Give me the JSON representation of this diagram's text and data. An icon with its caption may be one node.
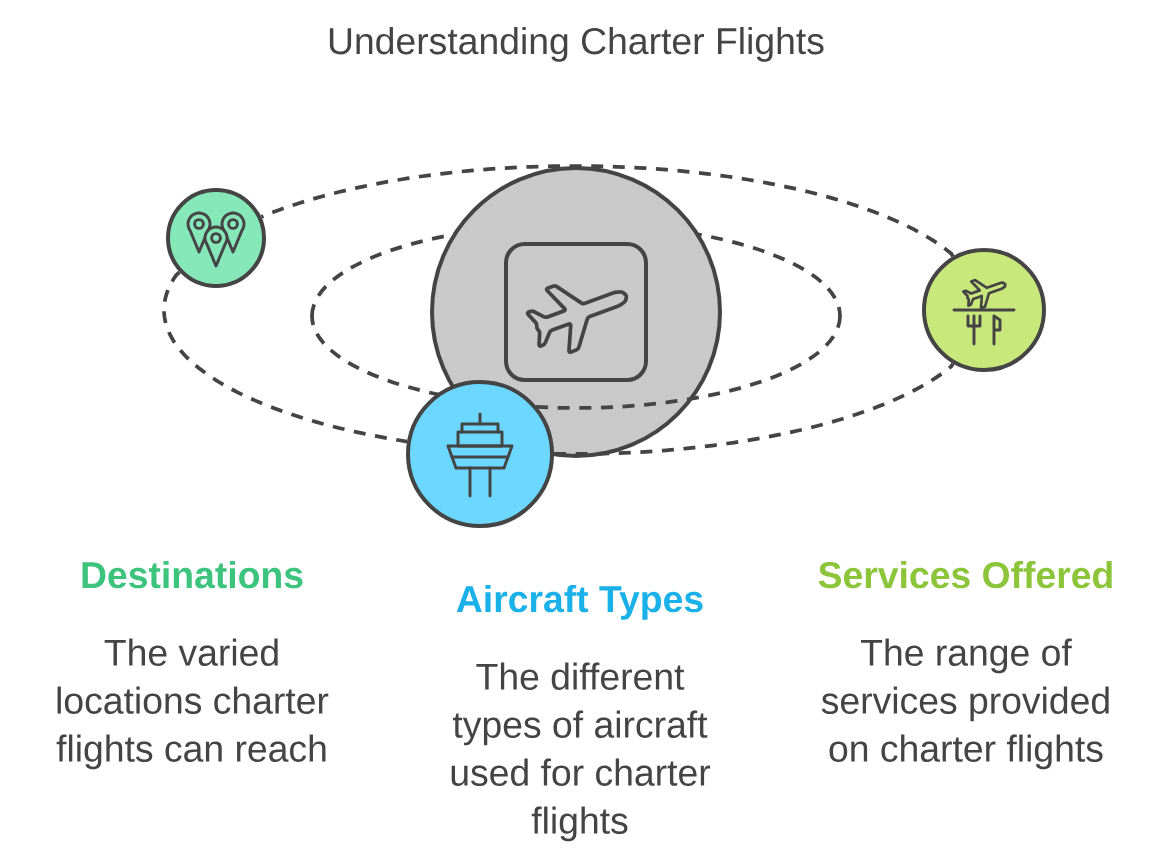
{
  "diagram": {
    "title": "Understanding Charter Flights",
    "nodes": [
      {
        "text": [],
        "shape": "circle"
      },
      {
        "text": [],
        "shape": "circle"
      },
      {
        "text": [],
        "shape": "circle",
        "beside": [
          "Aircraft Types",
          "The different types of aircraft used for charter flights"
        ]
      },
      {
        "text": [],
        "shape": "circle"
      }
    ],
    "edges": [
      {
        "from": 1,
        "to": 2,
        "arrow": "none",
        "style": "dashed"
      },
      {
        "from": 2,
        "to": 3,
        "arrow": "none",
        "style": "dashed"
      },
      {
        "from": 3,
        "to": 1,
        "arrow": "none",
        "style": "dashed"
      }
    ],
    "labels": [
      "Destinations",
      "The varied locations charter flights can reach",
      "Services Offered",
      "The range of services provided on charter flights"
    ]
  }
}
